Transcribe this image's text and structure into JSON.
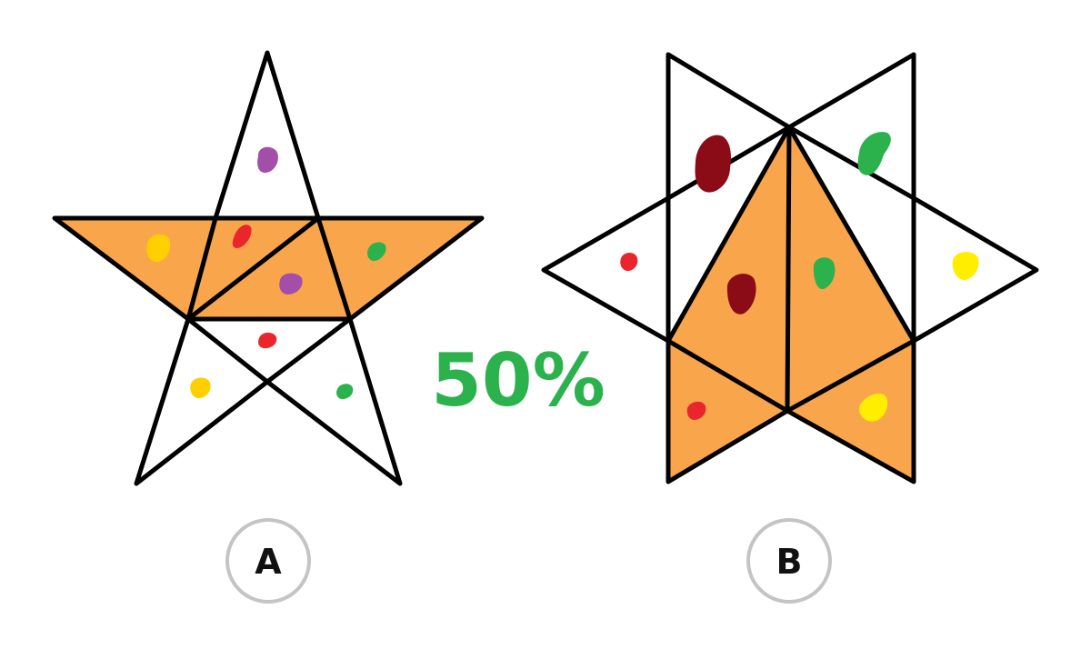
{
  "colors": {
    "fill": "#f9a54b",
    "outline": "#000000",
    "percent": "#2bb24c",
    "purple": "#a34ea8",
    "red": "#e8262b",
    "yellow": "#ffcf00",
    "green": "#2bb24c",
    "darkred": "#8b0b16",
    "brightyellow": "#ffee00"
  },
  "percent_label": "50%",
  "figures": [
    {
      "id": "A",
      "label": "A",
      "shape": "five-point-star",
      "shaded_fraction": 0.5
    },
    {
      "id": "B",
      "label": "B",
      "shape": "six-point-star",
      "shaded_fraction": 0.5
    }
  ]
}
